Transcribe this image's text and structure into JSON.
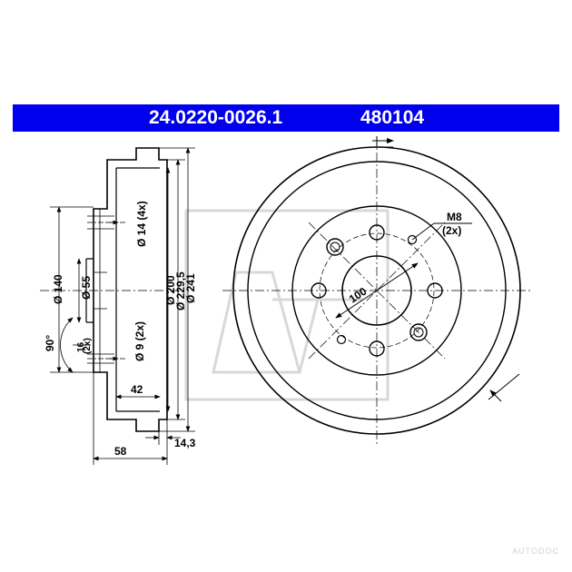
{
  "header": {
    "part_number": "24.0220-0026.1",
    "alt_number": "480104",
    "bg_color": "#0000ee"
  },
  "side_view": {
    "dim_140": "Ø 140",
    "dim_55": "Ø 55",
    "dim_14": "Ø 14 (4x)",
    "dim_9": "Ø 9 (2x)",
    "dim_200": "Ø 200",
    "dim_229": "Ø 229,5",
    "dim_241": "Ø 241",
    "dim_42": "42",
    "dim_58": "58",
    "dim_14_3": "14,3",
    "dim_90": "90°",
    "dim_16": "16",
    "dim_2x": "(2x)"
  },
  "front_view": {
    "m8_label": "M8",
    "m8_count": "(2x)",
    "pcd_label": "100"
  },
  "watermark": "AUTODOC"
}
